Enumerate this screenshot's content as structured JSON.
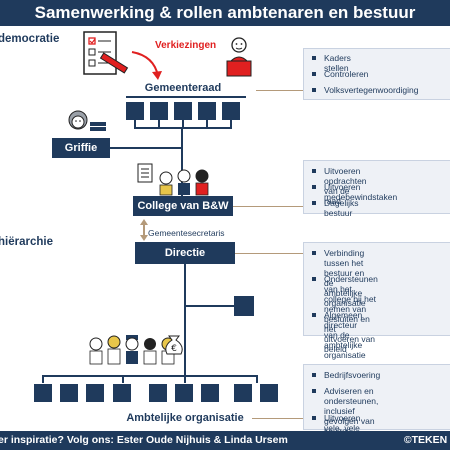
{
  "title": "Samenwerking & rollen ambtenaren en bestuur",
  "sections": {
    "democratie": "democratie",
    "hierarchie": "hiërarchie"
  },
  "labels": {
    "verkiezingen": "Verkiezingen",
    "gemeenteraad": "Gemeenteraad",
    "griffie": "Griffie",
    "college": "College van B&W",
    "gemeentesecretaris": "Gemeentesecretaris",
    "directie": "Directie",
    "ambtelijke_organisatie": "Ambtelijke organisatie"
  },
  "panels": {
    "raad": [
      "Kaders stellen",
      "Controleren",
      "Volksvertegenwoordiging"
    ],
    "college": [
      "Uitvoeren opdrachten van de raad",
      "Uitvoeren medebewindstaken",
      "Dagelijks bestuur"
    ],
    "directie": [
      "Verbinding tussen het bestuur en de\nambtelijke organisatie",
      "Ondersteunen van het college bij het\nnemen van besluiten en het\nuitvoeren van beleid",
      "Algemeen directeur van de\nambtelijke organisatie"
    ],
    "organisatie": [
      "Bedrijfsvoering",
      "Adviseren en ondersteunen, inclusief\ngevolgen van keuzes uitwerken",
      "Uitvoeren vele, vele taken"
    ]
  },
  "footer": {
    "left": "er inspiratie? Volg ons: Ester Oude Nijhuis & Linda Ursem",
    "right": "©TEKEN I"
  },
  "colors": {
    "navy": "#1f3a5c",
    "red": "#e02020",
    "panel_bg": "#eef1f6",
    "connector": "#b49a7a"
  },
  "icons": [
    "ballot-icon",
    "pencil-icon",
    "speaker-at-podium-icon",
    "clerk-with-books-icon",
    "aldermen-group-icon",
    "staff-group-icon",
    "money-bag-icon"
  ]
}
